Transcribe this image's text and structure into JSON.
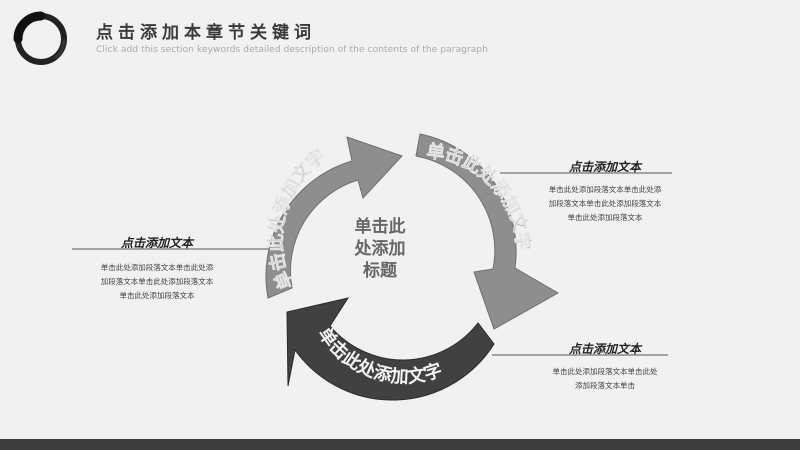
{
  "header": {
    "title": "点击添加本章节关键词",
    "subtitle": "Click add this section keywords detailed description of the contents of the paragraph"
  },
  "cycle": {
    "center_text": [
      "单击此",
      "处添加",
      "标题"
    ],
    "arrows": [
      {
        "label": "单击此处添加文字",
        "color": "#8e8e8e"
      },
      {
        "label": "单击此处添加文字",
        "color": "#8e8e8e"
      },
      {
        "label": "单击此处添加文字",
        "color": "#414141"
      }
    ]
  },
  "callouts": {
    "left": {
      "heading": "点击添加文本",
      "lines": [
        "单击此处添加段落文本单击此处添",
        "加段落文本单击此处添加段落文本",
        "单击此处添加段落文本"
      ]
    },
    "top_right": {
      "heading": "点击添加文本",
      "lines": [
        "单击此处添加段落文本单击此处添",
        "加段落文本单击此处添加段落文本",
        "单击此处添加段落文本"
      ]
    },
    "bottom_right": {
      "heading": "点击添加文本",
      "lines": [
        "单击此处添加段落文本单击此处",
        "添加段落文本单击"
      ]
    }
  }
}
